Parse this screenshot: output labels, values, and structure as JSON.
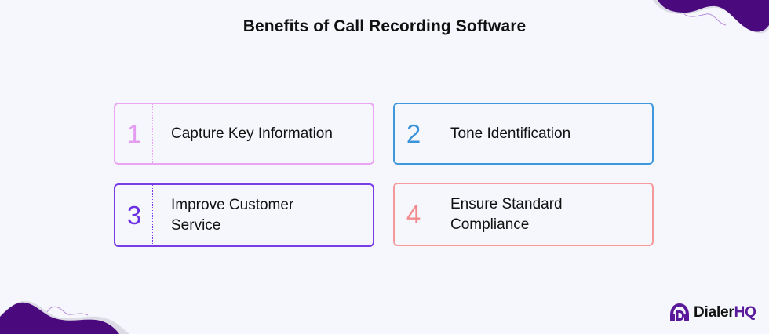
{
  "title": "Benefits of Call Recording Software",
  "benefits": [
    {
      "number": "1",
      "label": "Capture Key Information",
      "color": "#eaa5f3"
    },
    {
      "number": "2",
      "label": "Tone Identification",
      "color": "#3f97dc"
    },
    {
      "number": "3",
      "label": "Improve Customer Service",
      "color": "#7a3ce6"
    },
    {
      "number": "4",
      "label": "Ensure Standard Compliance",
      "color": "#f5999b"
    }
  ],
  "brand": {
    "name_part1": "Dialer",
    "name_part2": "HQ",
    "accent": "#4b0082",
    "logo_icon": "headset-d-icon"
  }
}
